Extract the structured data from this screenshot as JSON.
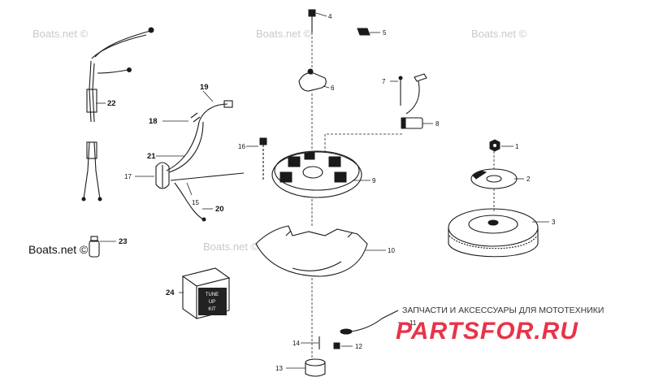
{
  "watermarks": [
    "Boats.net ©",
    "Boats.net ©",
    "Boats.net ©",
    "Boats.net ©"
  ],
  "callouts": [
    {
      "id": "1",
      "bold": false
    },
    {
      "id": "2",
      "bold": false
    },
    {
      "id": "3",
      "bold": false
    },
    {
      "id": "4",
      "bold": false
    },
    {
      "id": "5",
      "bold": false
    },
    {
      "id": "6",
      "bold": false
    },
    {
      "id": "7",
      "bold": false
    },
    {
      "id": "8",
      "bold": false
    },
    {
      "id": "9",
      "bold": false
    },
    {
      "id": "10",
      "bold": false
    },
    {
      "id": "11",
      "bold": false
    },
    {
      "id": "12",
      "bold": false
    },
    {
      "id": "13",
      "bold": false
    },
    {
      "id": "14",
      "bold": false
    },
    {
      "id": "15",
      "bold": false
    },
    {
      "id": "16",
      "bold": false
    },
    {
      "id": "17",
      "bold": false
    },
    {
      "id": "18",
      "bold": true
    },
    {
      "id": "19",
      "bold": true
    },
    {
      "id": "20",
      "bold": true
    },
    {
      "id": "21",
      "bold": true
    },
    {
      "id": "22",
      "bold": true
    },
    {
      "id": "23",
      "bold": true
    },
    {
      "id": "24",
      "bold": true
    }
  ],
  "tuneup_box": {
    "line1": "TUNE",
    "line2": "UP",
    "line3": "KIT"
  },
  "banner": {
    "tagline": "ЗАПЧАСТИ И АКСЕССУАРЫ ДЛЯ МОТОТЕХНИКИ",
    "logo": "PARTSFOR.RU",
    "logo_color": "#e8334a"
  }
}
